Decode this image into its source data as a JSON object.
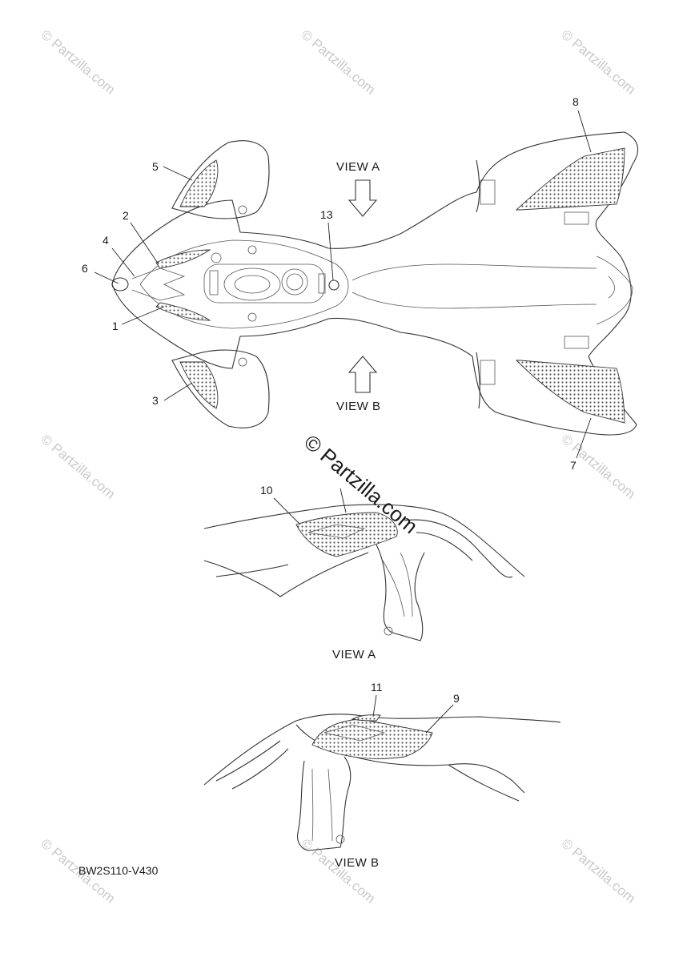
{
  "diagram": {
    "code": "BW2S110-V430",
    "watermark_text": "© Partzilla.com",
    "view_labels": {
      "top_a": "VIEW A",
      "top_b": "VIEW B",
      "bottom_a": "VIEW A",
      "bottom_b": "VIEW B"
    },
    "callouts": [
      "1",
      "2",
      "3",
      "4",
      "5",
      "6",
      "7",
      "8",
      "9",
      "10",
      "11",
      "13"
    ]
  }
}
